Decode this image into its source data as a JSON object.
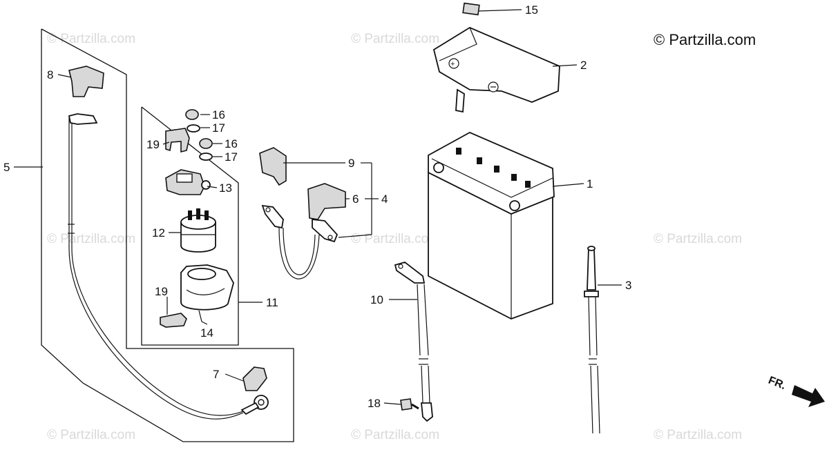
{
  "copyright": "© Partzilla.com",
  "watermark": "© Partzilla.com",
  "direction_label": "FR.",
  "callouts": {
    "c1": "1",
    "c2": "2",
    "c3": "3",
    "c4": "4",
    "c5": "5",
    "c6": "6",
    "c7": "7",
    "c8": "8",
    "c9": "9",
    "c10": "10",
    "c11": "11",
    "c12": "12",
    "c13": "13",
    "c14": "14",
    "c15": "15",
    "c16a": "16",
    "c16b": "16",
    "c17a": "17",
    "c17b": "17",
    "c18": "18",
    "c19a": "19",
    "c19b": "19"
  }
}
